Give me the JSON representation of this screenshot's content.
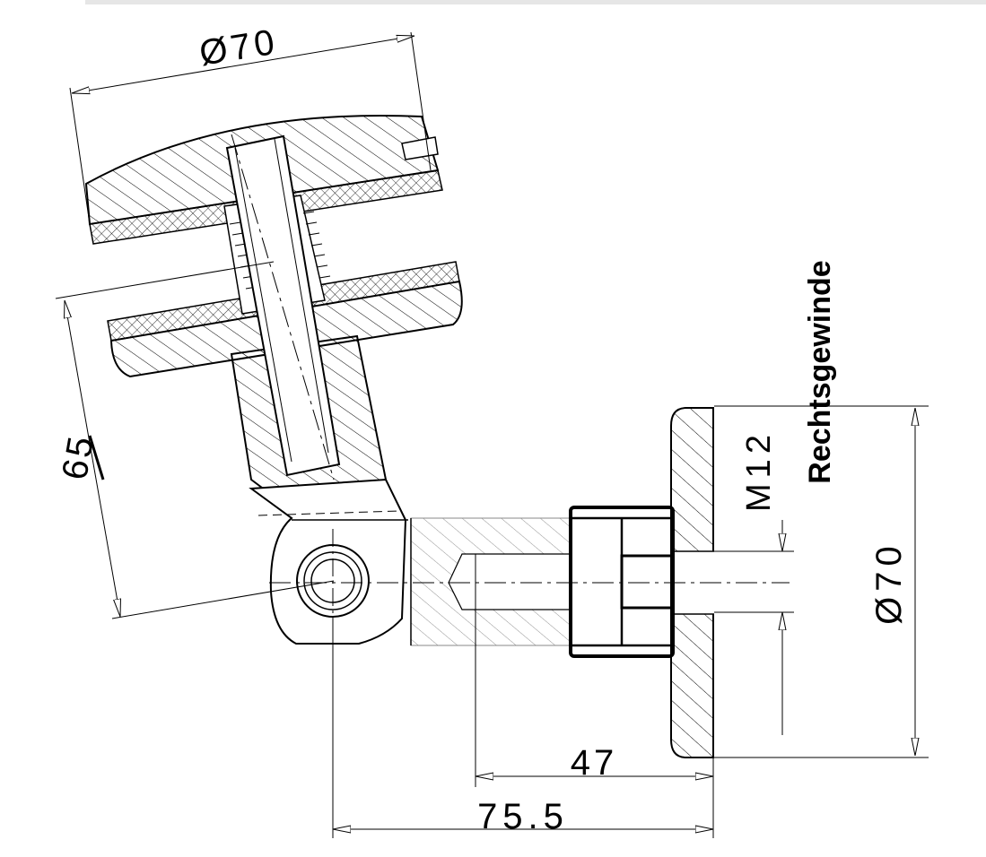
{
  "dimensions": {
    "top_diameter": "Ø70",
    "height": "65",
    "thread": "M12",
    "right_diameter": "Ø70",
    "depth": "47",
    "length": "75.5"
  },
  "notes": {
    "thread_direction": "Rechtsgewinde"
  },
  "colors": {
    "line": "#000000",
    "background": "#ffffff",
    "header_strip": "#e6e6e6"
  }
}
